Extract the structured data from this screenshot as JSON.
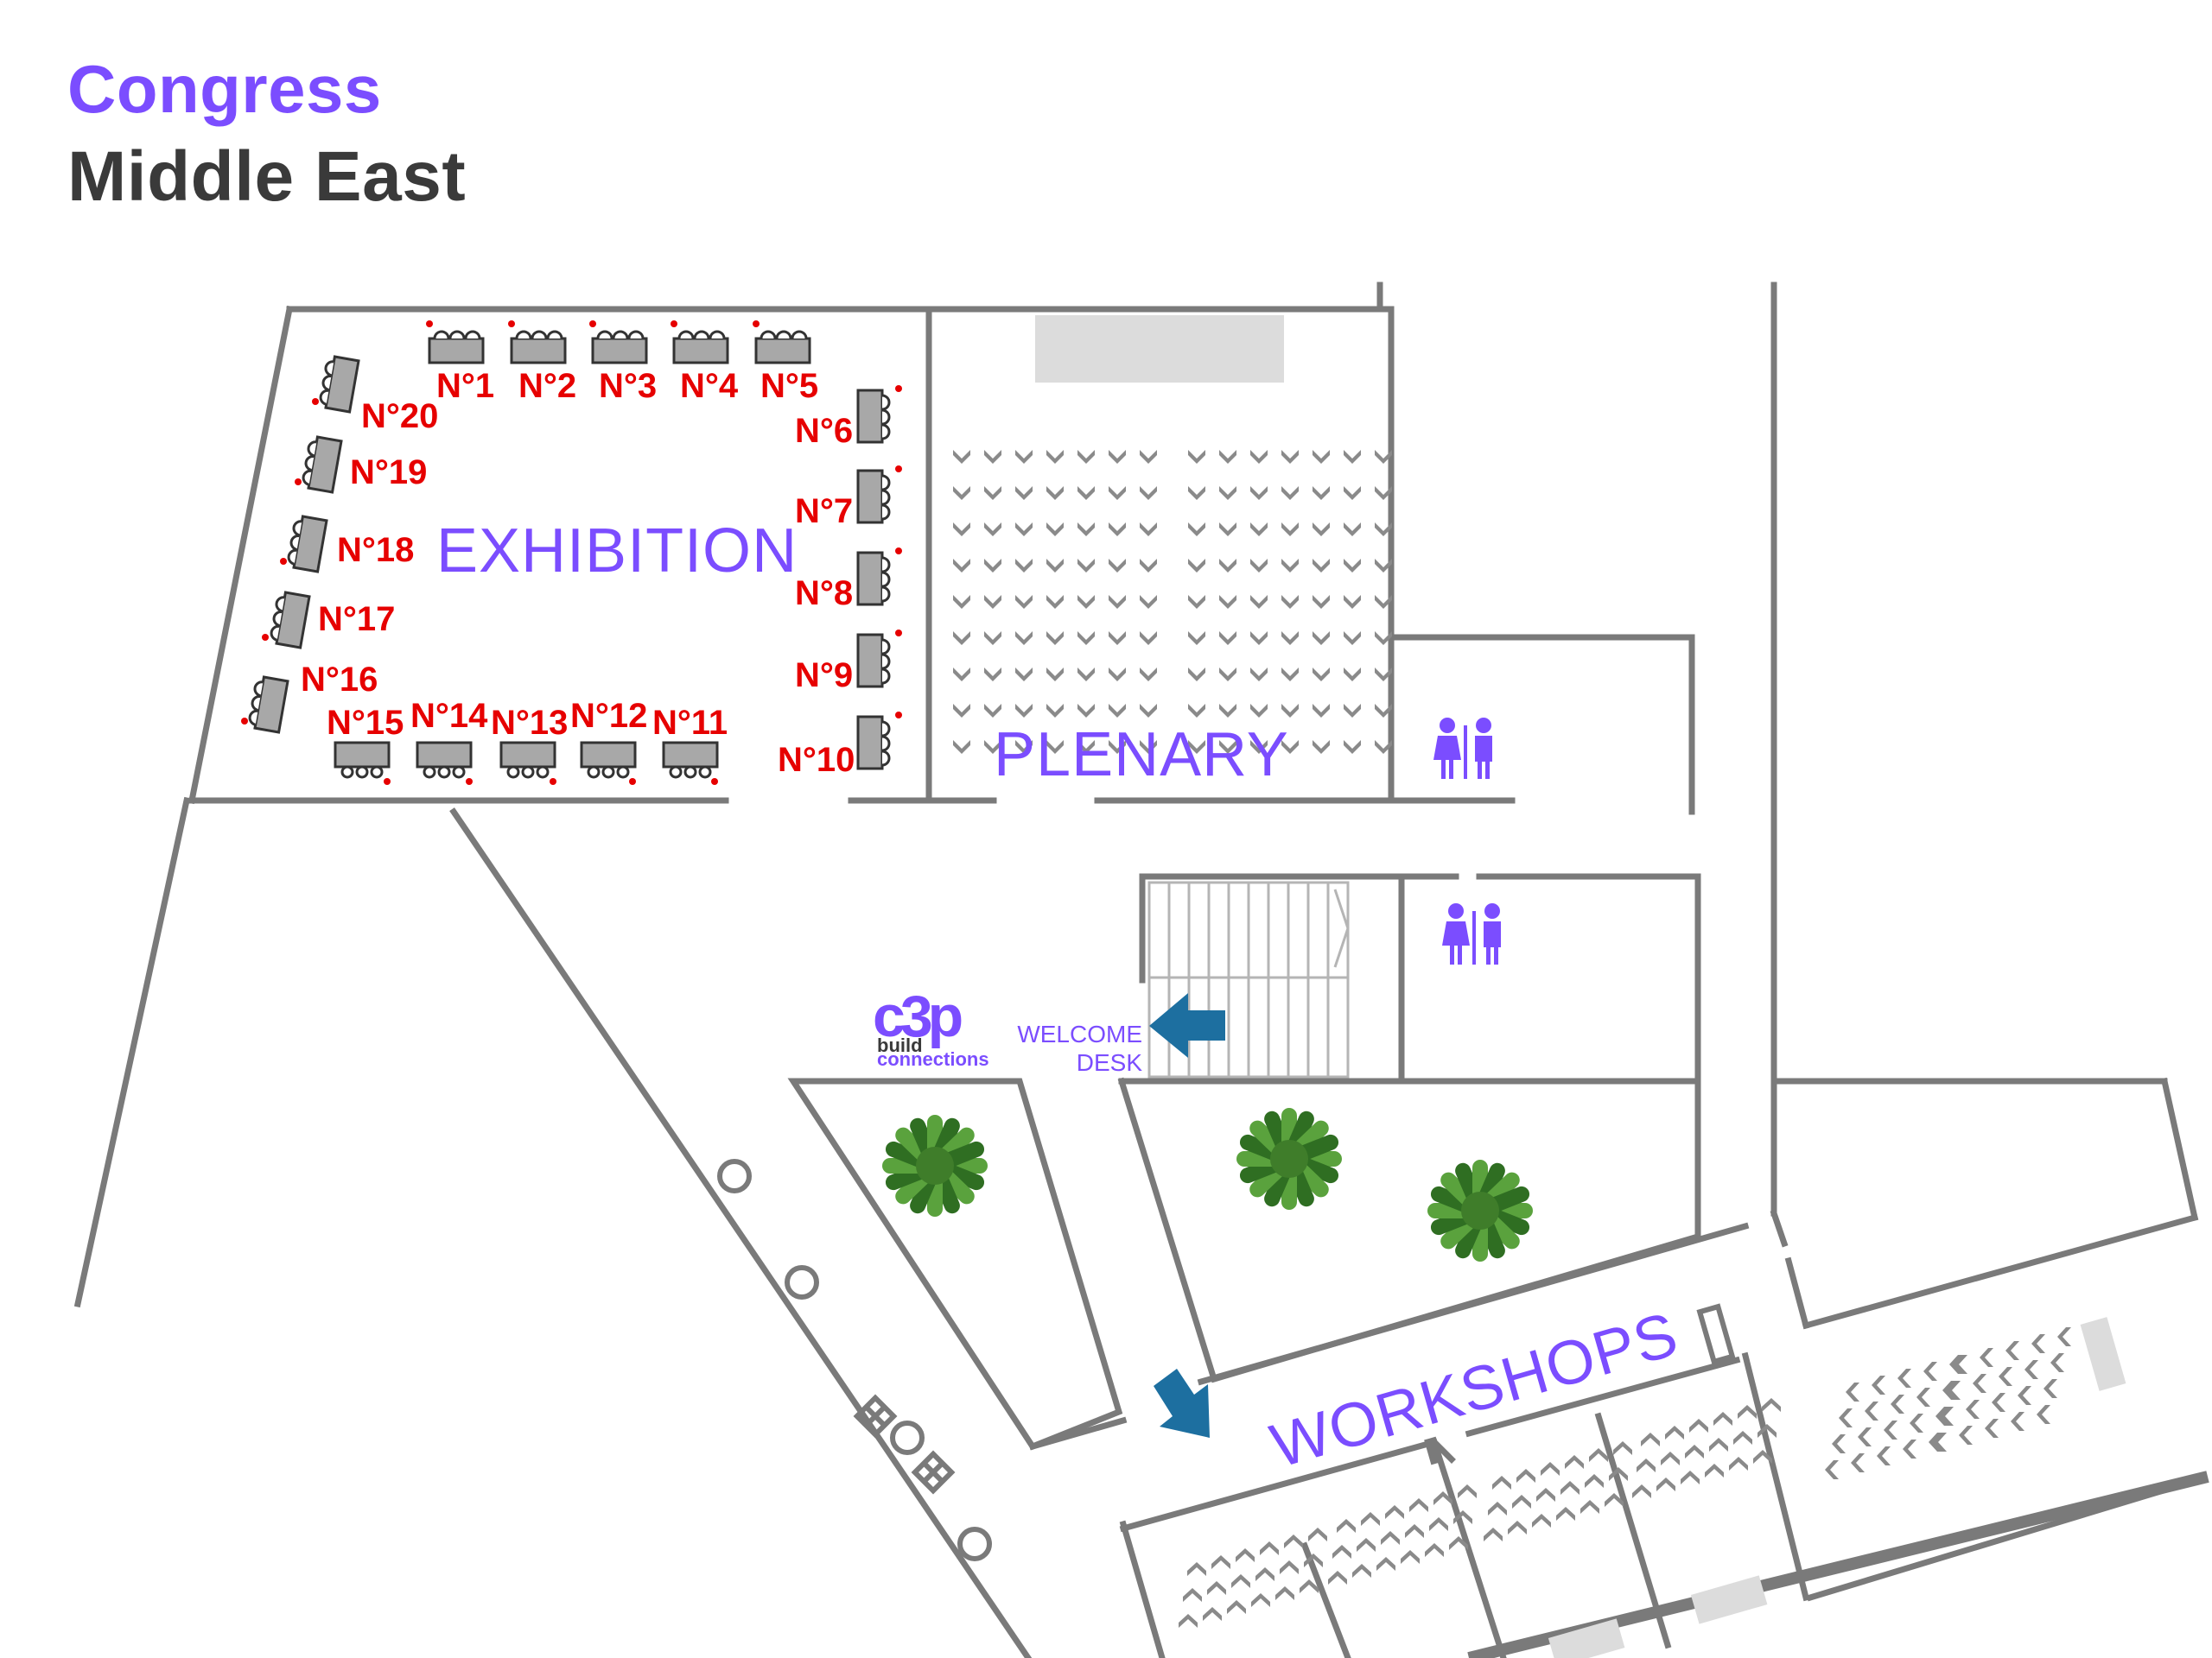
{
  "header": {
    "line1": "Congress",
    "line2": "Middle East"
  },
  "colors": {
    "purple": "#7b4dff",
    "dark": "#3a3a3a",
    "wall": "#7a7a7a",
    "booth_label": "#e60000",
    "arrow": "#1d6fa0",
    "plant": "#3f8a2e"
  },
  "zones": {
    "exhibition": "EXHIBITION",
    "plenary": "PLENARY",
    "workshops": "WORKSHOPS",
    "welcome_line1": "WELCOME",
    "welcome_line2": "DESK"
  },
  "logo": {
    "mark": "c3p",
    "line1": "build",
    "line2": "connections"
  },
  "booths": [
    "N°1",
    "N°2",
    "N°3",
    "N°4",
    "N°5",
    "N°6",
    "N°7",
    "N°8",
    "N°9",
    "N°10",
    "N°11",
    "N°12",
    "N°13",
    "N°14",
    "N°15",
    "N°16",
    "N°17",
    "N°18",
    "N°19",
    "N°20"
  ],
  "icons": [
    "restroom-icon",
    "restroom-icon",
    "plant-icon",
    "plant-icon",
    "plant-icon",
    "arrow-left-icon",
    "arrow-down-icon",
    "pillar-icon"
  ]
}
